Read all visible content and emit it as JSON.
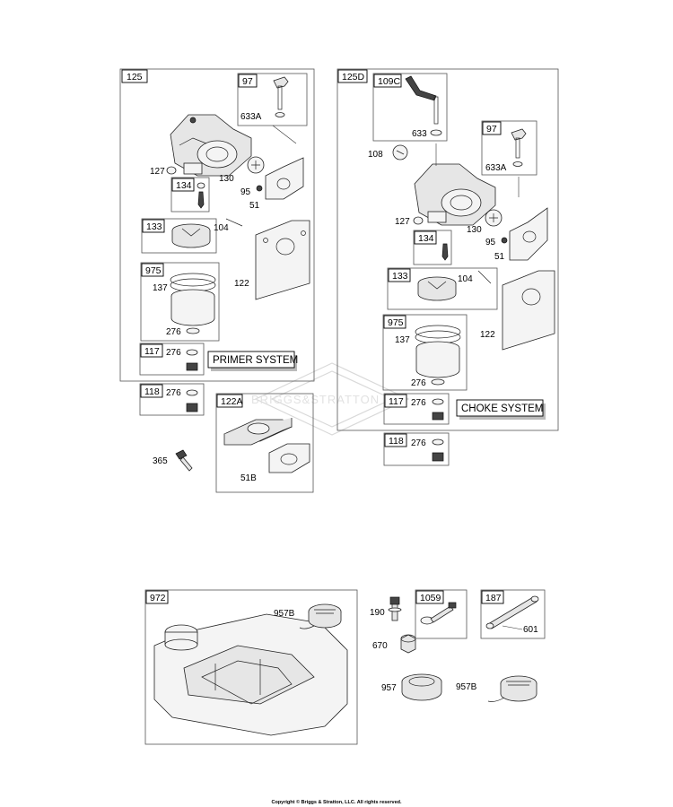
{
  "watermark": "BRIGGS&STRATTON",
  "copyright": "Copyright © Briggs & Stratton, LLC. All rights reserved.",
  "left_group": {
    "box_id": "125",
    "system_label": "PRIMER SYSTEM",
    "sub_97": "97",
    "label_633A": "633A",
    "label_127": "127",
    "label_130": "130",
    "sub_134": "134",
    "label_95": "95",
    "label_51": "51",
    "sub_133": "133",
    "label_104": "104",
    "sub_975": "975",
    "label_137": "137",
    "label_122": "122",
    "label_276_a": "276",
    "sub_117": "117",
    "label_276_b": "276"
  },
  "left_extra": {
    "sub_118": "118",
    "label_276": "276",
    "sub_122A": "122A",
    "label_51B": "51B",
    "label_365": "365"
  },
  "right_group": {
    "box_id": "125D",
    "system_label": "CHOKE SYSTEM",
    "sub_109C": "109C",
    "label_633": "633",
    "label_108": "108",
    "sub_97": "97",
    "label_633A": "633A",
    "label_127": "127",
    "label_130": "130",
    "sub_134": "134",
    "label_95": "95",
    "label_51": "51",
    "sub_133": "133",
    "label_104": "104",
    "sub_975": "975",
    "label_137": "137",
    "label_122": "122",
    "label_276_a": "276",
    "sub_117": "117",
    "label_276_b": "276"
  },
  "right_extra": {
    "sub_118": "118",
    "label_276": "276"
  },
  "bottom": {
    "sub_972": "972",
    "label_957B_a": "957B",
    "label_190": "190",
    "sub_1059": "1059",
    "sub_187": "187",
    "label_601": "601",
    "label_670": "670",
    "label_957": "957",
    "label_957B_b": "957B"
  }
}
